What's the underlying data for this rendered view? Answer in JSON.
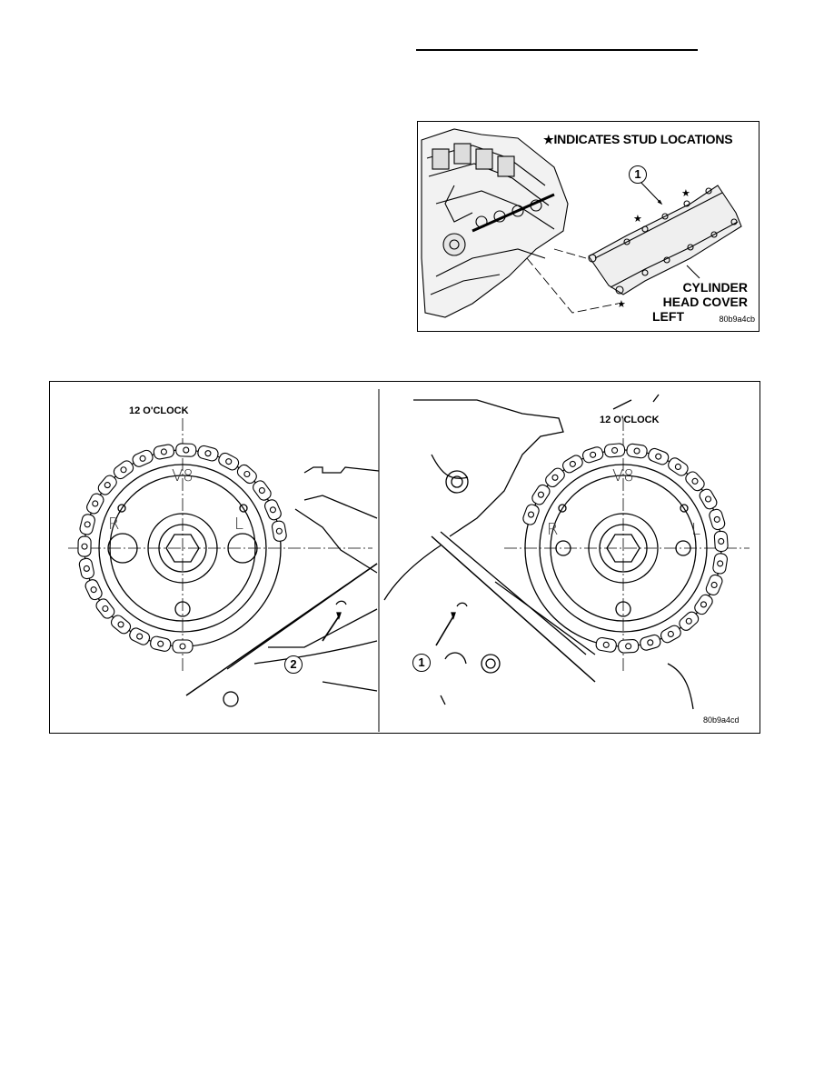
{
  "figure1": {
    "caption_star": "★",
    "caption": "INDICATES STUD LOCATIONS",
    "callout_1": "1",
    "cover_label_line1": "CYLINDER",
    "cover_label_line2": "HEAD COVER",
    "cover_label_line3": "LEFT",
    "figure_code": "80b9a4cb"
  },
  "figure2": {
    "left_clock_label": "12 O'CLOCK",
    "right_clock_label": "12 O'CLOCK",
    "left_gear_marks": {
      "top": "V8",
      "left": "R",
      "right": "L"
    },
    "right_gear_marks": {
      "top": "V8",
      "left": "R",
      "right": "L"
    },
    "callout_left": "2",
    "callout_right": "1",
    "figure_code": "80b9a4cd"
  }
}
